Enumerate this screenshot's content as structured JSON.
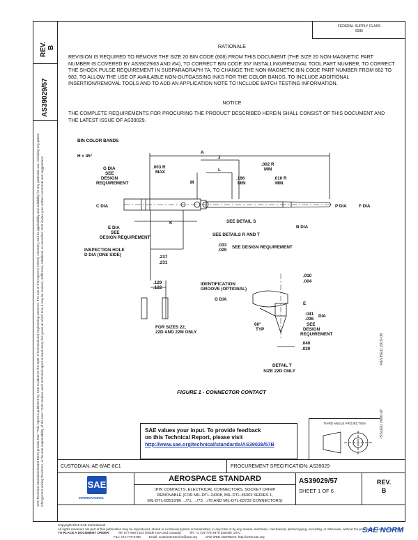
{
  "header": {
    "rev_label": "REV.",
    "rev_value": "B",
    "doc_number": "AS39029/57",
    "federal_class": "FEDERAL SUPPLY CLASS",
    "federal_class_code": "5935"
  },
  "rationale": {
    "title": "RATIONALE",
    "text": "REVISION IS REQUIRED TO REMOVE THE SIZE 20 BIN CODE (608) FROM THIS DOCUMENT (THE SIZE 20 NON-MAGNETIC PART NUMBER IS COVERED BY AS39029/63 AND /64), TO CORRECT BIN CODE 357 INSTALLING/REMOVAL TOOL PART NUMBER, TO CORRECT THE SHOCK PULSE REQUIREMENT IN SUBPARAGRAPH 7A, TO CHANGE THE NON-MAGNETIC BIN CODE PART NUMBER FROM 662 TO 982, TO ALLOW THE USE OF AVAILABLE NON-OUTGASSING INKS FOR THE COLOR BANDS, TO INCLUDE ADDITIONAL INSERTION/REMOVAL TOOLS AND TO ADD AN APPLICATION NOTE TO INCLUDE BATCH TESTING INFORMATION."
  },
  "notice": {
    "title": "NOTICE",
    "text": "THE COMPLETE REQUIREMENTS FOR PROCURING THE PRODUCT DESCRIBED HEREIN SHALL CONSIST OF THIS DOCUMENT AND THE LATEST ISSUE OF AS39029."
  },
  "figure": {
    "caption": "FIGURE 1 - CONNECTOR CONTACT",
    "labels": {
      "bin_color_bands": "BIN COLOR BANDS",
      "h45": "H × 45°",
      "a": "A",
      "j": "J",
      "l": "L",
      "m": "M",
      "k": "K",
      "g_dia": "G DIA",
      "see": "SEE",
      "design_req": "DESIGN",
      "requirement": "REQUIREMENT",
      "dim_003": ".003 R",
      "max": "MAX",
      "dim_002": ".002 R",
      "min": "MIN",
      "dim_166": ".166",
      "min2": "MIN",
      "dim_010": ".010 R",
      "min3": "MIN",
      "c_dia": "C DIA",
      "p_dia": "P DIA",
      "f_dia": "F DIA",
      "see_detail_s": "SEE DETAIL S",
      "b_dia": "B DIA",
      "e_dia": "E DIA",
      "see_details_rt": "SEE DETAILS R AND T",
      "see2": "SEE",
      "design_req2": "DESIGN REQUIREMENT",
      "inspection_hole": "INSPECTION HOLE",
      "d_dia": "D DIA (ONE SIDE)",
      "dim_033": ".033",
      "dim_029": ".029",
      "see_design_req": "SEE DESIGN REQUIREMENT",
      "dim_237": ".237",
      "dim_231": ".231",
      "dim_129": ".129",
      "dim_122": ".122",
      "for_sizes": "FOR SIZES 22,",
      "for_sizes2": "22D AND 22M ONLY",
      "ident_groove": "IDENTIFICATION",
      "ident_groove2": "GROOVE (OPTIONAL)",
      "g_dia2": "G DIA",
      "dim_010b": ".010",
      "dim_004": ".004",
      "e": "E",
      "dim_041": ".041",
      "dim_036": ".036",
      "dia": "DIA",
      "see3": "SEE",
      "design3": "DESIGN",
      "requirement3": "REQUIREMENT",
      "angle_60": "60°",
      "typ": "TYP",
      "dim_040": ".040",
      "dim_030": ".030",
      "detail_t": "DETAIL T",
      "size_22d": "SIZE 22D ONLY"
    }
  },
  "feedback": {
    "line1": "SAE values your input. To provide feedback",
    "line2": "on this Technical Report, please visit",
    "url": "http://www.sae.org/technical/standards/AS39029/57B"
  },
  "third_angle": "THIRD ANGLE PROJECTION",
  "title_block": {
    "custodian": "CUSTODIAN: AE-8/AE-8C1",
    "procurement": "PROCUREMENT SPECIFICATION: AS39029",
    "standard_title": "AEROSPACE STANDARD",
    "desc_line1": "(PIN CONTACTS, ELECTRICAL CONNECTORS, SOCKET CRIMP",
    "desc_line2": "REMOVABLE (FOR MIL-DTL-24308, MIL-DTL-55302 SERIES 1,",
    "desc_line3": "MIL-DTL-83513/86 .../71, .../73, ../75 AND MIL-DTL-83733 CONNECTORS)",
    "doc_number": "AS39029/57",
    "sheet": "SHEET 1 OF 6",
    "rev_label": "REV.",
    "rev_value": "B",
    "sae_logo": "SAE",
    "sae_sub": "INTERNATIONAL"
  },
  "side_dates": {
    "issued": "ISSUED 2000-07",
    "revised": "REVISED 2015-06"
  },
  "footer": {
    "copyright": "Copyright 2015 SAE International",
    "rights": "All rights reserved. No part of this publication may be reproduced, stored in a retrieval system or transmitted, in any form or by any means, electronic, mechanical, photocopying, recording, or otherwise, without the prior written permission of SAE.",
    "order": "TO PLACE A DOCUMENT ORDER:",
    "tel": "Tel: 877-606-7323 (inside USA and Canada)",
    "tel2": "Tel: +1 724-776-4970 (outside USA)",
    "fax": "Fax: 724-776-0790",
    "email": "Email: CustomerService@sae.org",
    "web": "SAE WEB ADDRESS: http://www.sae.org",
    "watermark": "SAE NORM"
  },
  "left_margin_text": "SAE Technical Standards Board Rules provide that: \"This report is published by SAE to advance the state of technical and engineering sciences. The use of this report is entirely voluntary, and its applicability and suitability for any particular use, including any patent infringement arising therefrom, is the sole responsibility of the user.\" SAE reviews each technical report at least every five years at which time it may be revised, reaffirmed, stabilized, or cancelled. SAE invites your written comments and suggestions."
}
